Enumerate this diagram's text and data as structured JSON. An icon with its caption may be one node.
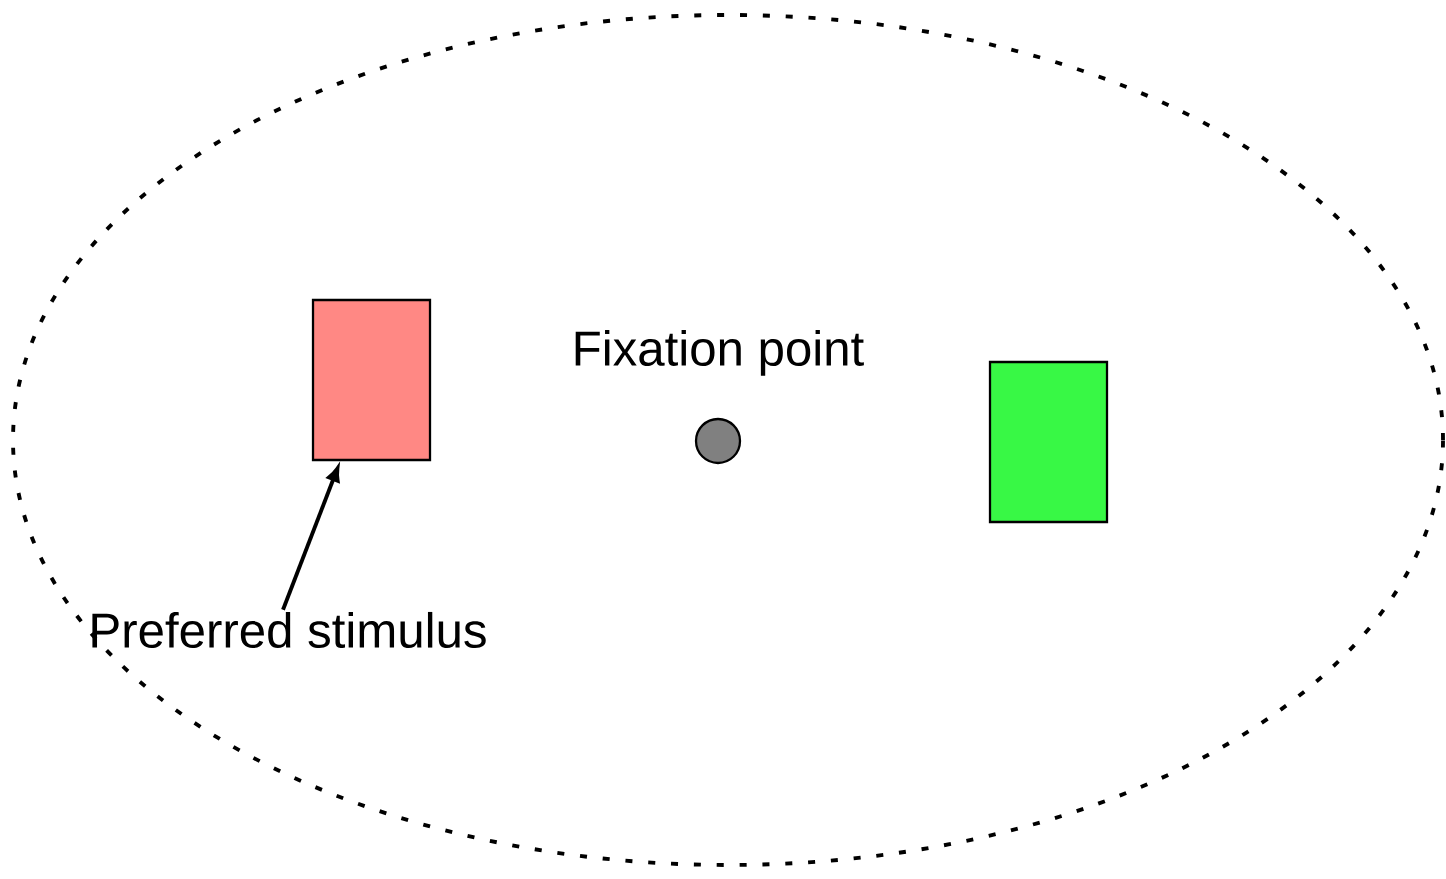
{
  "diagram": {
    "nodes": [
      {
        "text": [],
        "shape": "box"
      },
      {
        "text": [
          "Preferred stimulus"
        ]
      },
      {
        "text": [],
        "shape": "box"
      },
      {
        "text": [],
        "shape": "circle",
        "beside": [
          "Fixation point"
        ]
      }
    ],
    "edges": [
      {
        "from": 1,
        "to": 0,
        "arrow": "to"
      }
    ]
  }
}
